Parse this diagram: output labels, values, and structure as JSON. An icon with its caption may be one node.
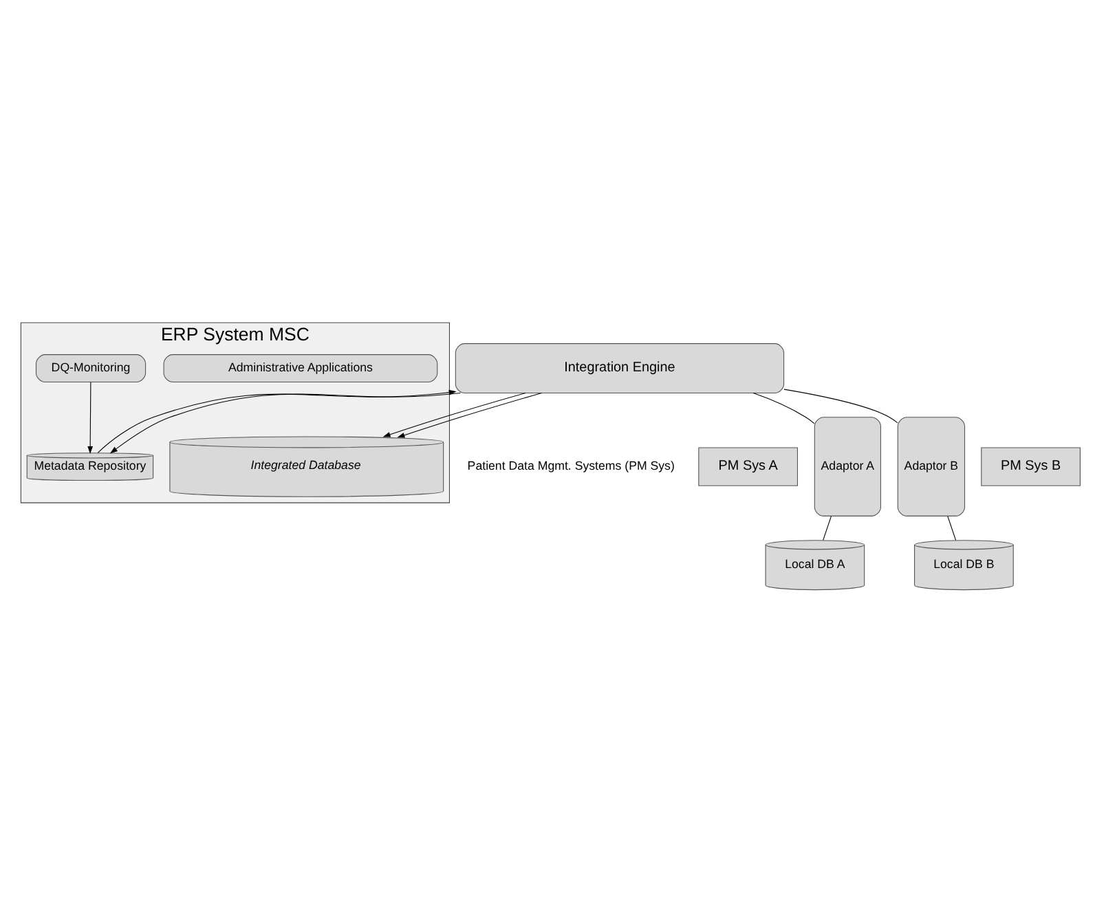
{
  "diagram": {
    "nodes": [
      {
        "text": [
          "ERP System MSC"
        ]
      },
      {
        "text": [
          "DQ-Monitoring"
        ],
        "in": 0
      },
      {
        "text": [
          "Administrative Applications"
        ],
        "in": 0
      },
      {
        "text": [
          "Metadata Repository"
        ],
        "in": 0
      },
      {
        "text": [
          "Integrated Database"
        ],
        "in": 0
      },
      {
        "text": [
          "Integration Engine"
        ]
      },
      {
        "text": [
          "PM Sys A"
        ]
      },
      {
        "text": [
          "Adaptor A"
        ]
      },
      {
        "text": [
          "Adaptor B"
        ]
      },
      {
        "text": [
          "PM Sys B"
        ]
      },
      {
        "text": [
          "Local DB A"
        ]
      },
      {
        "text": [
          "Local DB B"
        ]
      }
    ],
    "edges": [
      {
        "from": 1,
        "to": 3,
        "arrow": "to"
      },
      {
        "from": 5,
        "to": 3,
        "arrow": "to"
      },
      {
        "from": 3,
        "to": 5,
        "arrow": "to"
      },
      {
        "from": 5,
        "to": 4,
        "arrow": "to"
      },
      {
        "from": 5,
        "to": 4,
        "arrow": "to"
      },
      {
        "from": 7,
        "to": 5,
        "arrow": "none"
      },
      {
        "from": 8,
        "to": 5,
        "arrow": "none"
      },
      {
        "from": 10,
        "to": 7,
        "arrow": "none"
      },
      {
        "from": 11,
        "to": 8,
        "arrow": "none"
      }
    ],
    "labels": [
      "Patient Data Mgmt. Systems (PM Sys)"
    ]
  }
}
